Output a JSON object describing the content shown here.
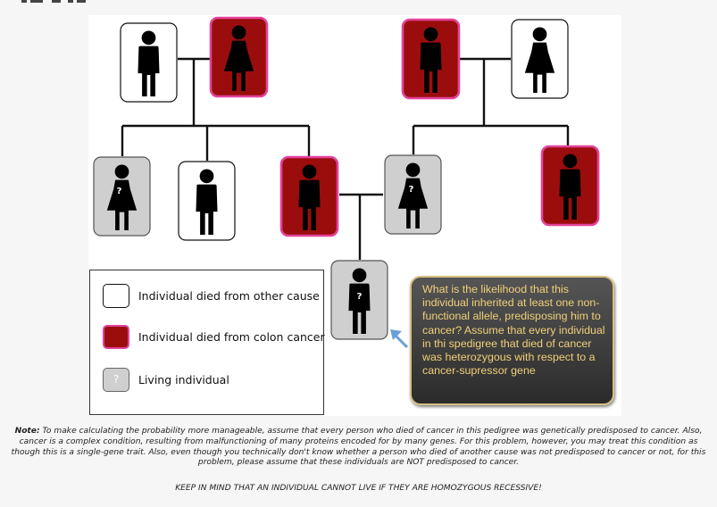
{
  "colors": {
    "cancer_fill": "#9b0d0d",
    "cancer_border": "#e3439b",
    "living_fill": "#cfcfcf",
    "other_fill": "#ffffff",
    "callout_text": "#f0d078",
    "arrow": "#6a9fd8"
  },
  "legend": {
    "items": [
      {
        "label": "Individual died from other cause",
        "status": "other-cause"
      },
      {
        "label": "Individual died from colon cancer",
        "status": "colon-cancer"
      },
      {
        "label": "Living individual",
        "status": "living",
        "mark": "?"
      }
    ]
  },
  "pedigree": {
    "unknown_mark": "?",
    "individuals": [
      {
        "id": "g1-grandfather-left",
        "sex": "male",
        "status": "other-cause"
      },
      {
        "id": "g1-grandmother-left",
        "sex": "female",
        "status": "colon-cancer"
      },
      {
        "id": "g1-grandfather-right",
        "sex": "male",
        "status": "colon-cancer"
      },
      {
        "id": "g1-grandmother-right",
        "sex": "female",
        "status": "other-cause"
      },
      {
        "id": "g2-aunt-left",
        "sex": "female",
        "status": "living"
      },
      {
        "id": "g2-uncle-left",
        "sex": "male",
        "status": "other-cause"
      },
      {
        "id": "g2-father",
        "sex": "male",
        "status": "colon-cancer"
      },
      {
        "id": "g2-mother",
        "sex": "female",
        "status": "living"
      },
      {
        "id": "g2-uncle-right",
        "sex": "male",
        "status": "colon-cancer"
      },
      {
        "id": "g3-proband",
        "sex": "male",
        "status": "living"
      }
    ]
  },
  "callout": {
    "text": "What is the likelihood that this individual inherited at least one non-functional allele, predisposing him to cancer? Assume that every individual in thi spedigree that died of cancer was heterozygous with respect to a cancer-supressor gene"
  },
  "note": {
    "label": "Note:",
    "text": " To make calculating the probability more manageable, assume that every person who died of cancer in this pedigree was genetically predisposed to cancer. Also, cancer is a complex condition, resulting from malfunctioning of many proteins encoded for by many genes. For this problem, however, you may treat this condition as though this is a single-gene trait. Also, even though you technically don't know whether a person who died of another cause was not predisposed to cancer or not, for this problem, please assume that these individuals are NOT predisposed to cancer."
  },
  "reminder": {
    "text": "KEEP IN MIND THAT AN INDIVIDUAL CANNOT LIVE IF THEY ARE HOMOZYGOUS RECESSIVE!"
  }
}
